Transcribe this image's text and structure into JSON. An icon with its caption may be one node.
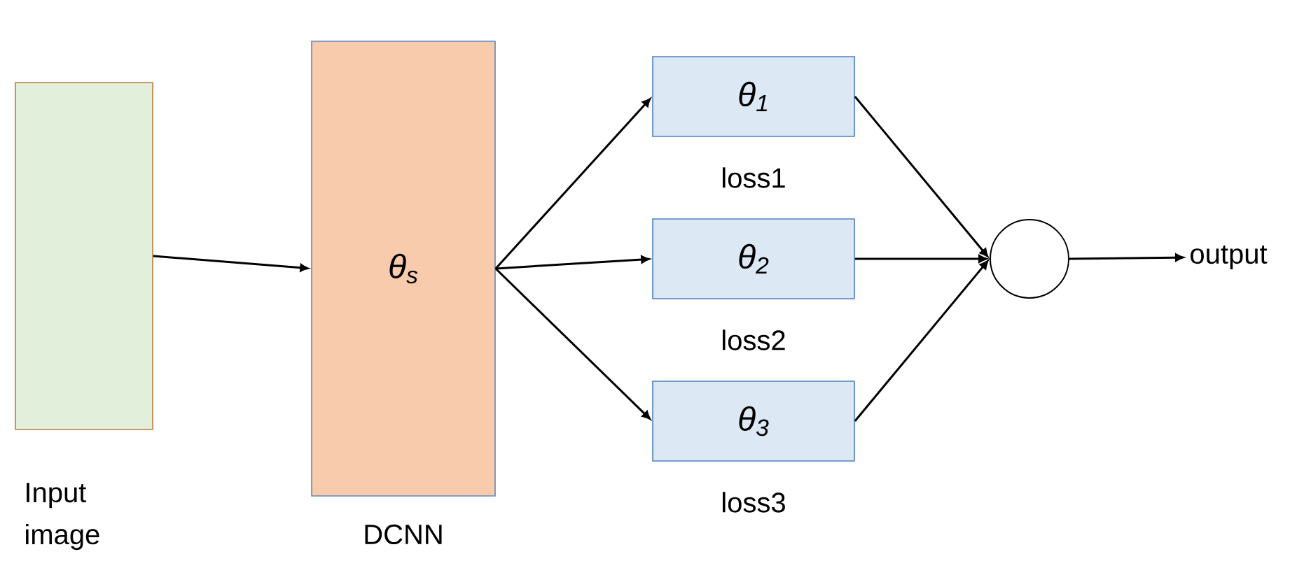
{
  "diagram": {
    "nodes": [
      {
        "text": [],
        "shape": "box",
        "beside": [
          "Input image"
        ]
      },
      {
        "text": [
          "θ$_{s}$"
        ],
        "beside": [
          "DCNN"
        ]
      },
      {
        "text": [
          "θ$_{1}$"
        ],
        "beside": [
          "loss1"
        ]
      },
      {
        "text": [
          "θ$_{2}$"
        ],
        "beside": [
          "loss2"
        ]
      },
      {
        "text": [
          "θ$_{3}$"
        ],
        "beside": [
          "loss3"
        ]
      },
      {
        "text": [],
        "shape": "circle"
      },
      {
        "text": [
          "output"
        ]
      }
    ],
    "edges": [
      {
        "from": 0,
        "to": 1,
        "arrow": "to"
      },
      {
        "from": 1,
        "to": 2,
        "arrow": "to"
      },
      {
        "from": 1,
        "to": 3,
        "arrow": "to"
      },
      {
        "from": 1,
        "to": 4,
        "arrow": "to"
      },
      {
        "from": 2,
        "to": 5,
        "arrow": "to"
      },
      {
        "from": 3,
        "to": 5,
        "arrow": "to"
      },
      {
        "from": 4,
        "to": 5,
        "arrow": "to"
      },
      {
        "from": 5,
        "to": 6,
        "arrow": "to"
      }
    ]
  }
}
